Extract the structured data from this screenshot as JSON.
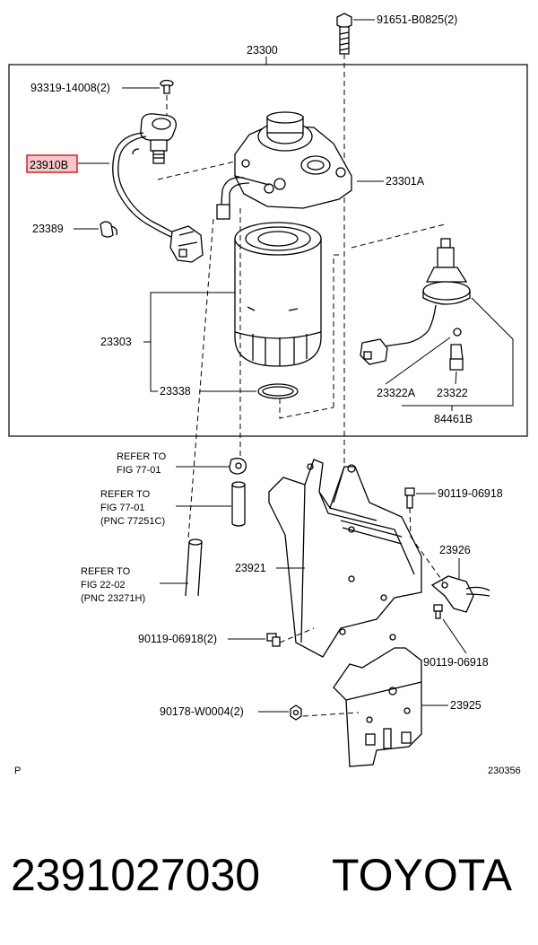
{
  "labels": {
    "bolt_top": "91651-B0825(2)",
    "assembly": "23300",
    "screw_top": "93319-14008(2)",
    "sensor_highlight": "23910B",
    "clamp": "23389",
    "cap": "23301A",
    "filter": "23303",
    "oring": "23338",
    "connector": "23322A",
    "sensor_small": "23322",
    "sensor_set": "84461B",
    "refer1_line1": "REFER TO",
    "refer1_line2": "FIG  77-01",
    "refer2_line1": "REFER TO",
    "refer2_line2": "FIG   77-01",
    "refer2_line3": "(PNC 77251C)",
    "refer3_line1": "REFER TO",
    "refer3_line2": "FIG   22-02",
    "refer3_line3": "(PNC 23271H)",
    "bolt_right1": "90119-06918",
    "bracket_sub": "23926",
    "bracket": "23921",
    "bolt_left": "90119-06918(2)",
    "bolt_right2": "90119-06918",
    "nut": "90178-W0004(2)",
    "plate": "23925",
    "p_mark": "P",
    "diagram_no": "230356"
  },
  "footer": {
    "part_number": "2391027030",
    "brand": "TOYOTA"
  },
  "colors": {
    "highlight_border": "#d4202a",
    "highlight_fill": "#f6c7c9",
    "ink": "#000000"
  }
}
